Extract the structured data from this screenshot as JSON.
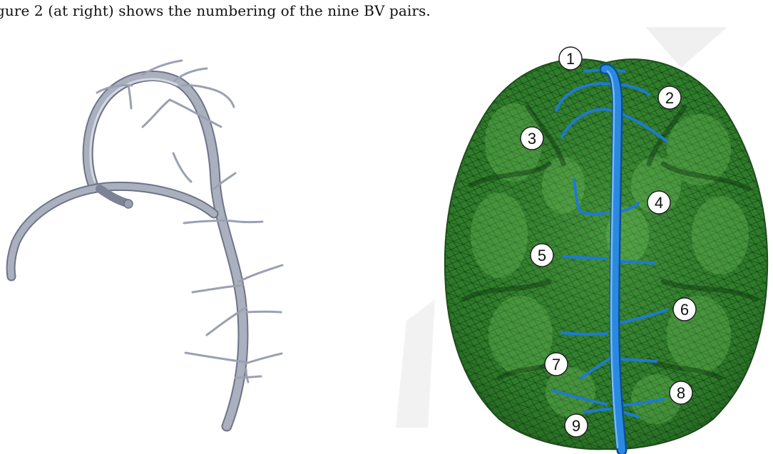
{
  "text": {
    "caption": "gure 2 (at right) shows the numbering of the nine BV pairs."
  },
  "figure_right": {
    "markers": [
      "1",
      "2",
      "3",
      "4",
      "5",
      "6",
      "7",
      "8",
      "9"
    ]
  },
  "colors": {
    "vessel_gray": "#a9aebd",
    "vessel_gray_dark": "#80869a",
    "brain_green": "#2e7d2a",
    "brain_green_light": "#5fb04f",
    "vessel_blue": "#1e7ad2",
    "watermark": "#ececec"
  }
}
